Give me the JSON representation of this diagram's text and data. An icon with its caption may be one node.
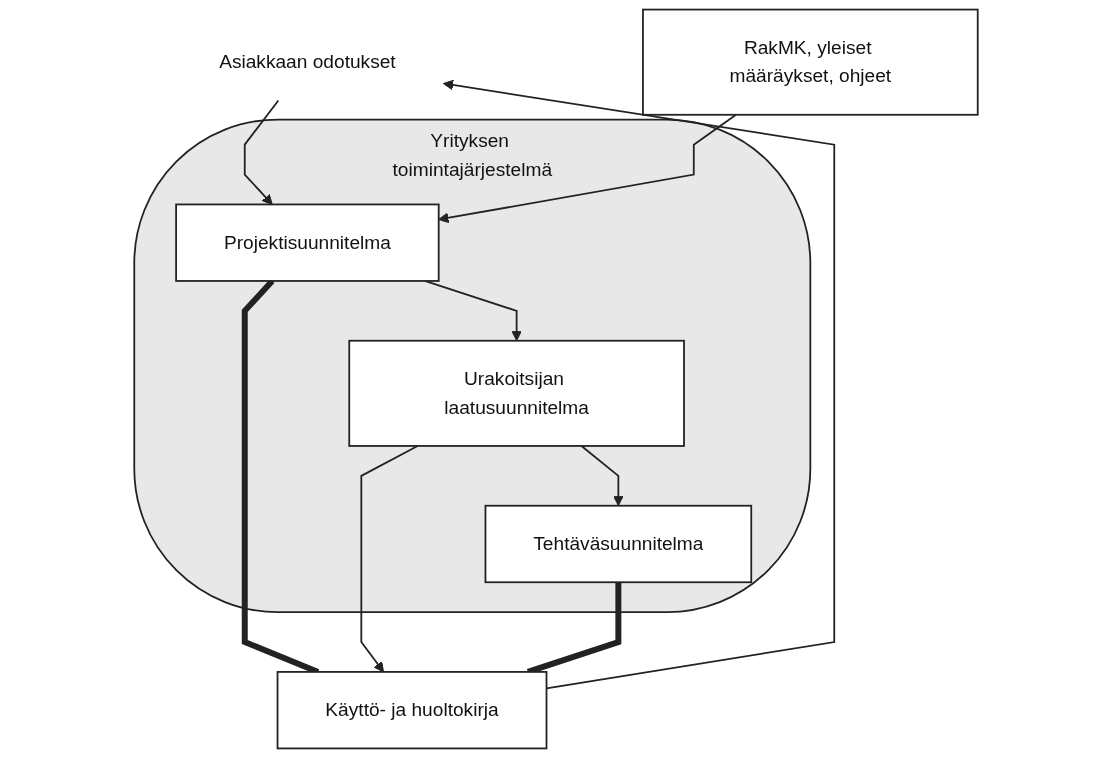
{
  "diagram": {
    "nodes": [
      {
        "text": [
          "Asiakkaan odotukset"
        ]
      },
      {
        "text": [
          "Yrityksen toimintajärjestelmä"
        ]
      },
      {
        "text": [
          "RakMK, yleiset määräykset, ohjeet"
        ]
      },
      {
        "text": [
          "Projektisuunnitelma"
        ],
        "in": 1
      },
      {
        "text": [
          "Urakoitsijan laatusuunnitelma"
        ],
        "in": 1
      },
      {
        "text": [
          "Tehtäväsuunnitelma"
        ],
        "in": 1
      },
      {
        "text": [
          "Käyttö- ja huoltokirja"
        ]
      }
    ],
    "edges": [
      {
        "from": 0,
        "to": 3,
        "arrow": "to"
      },
      {
        "from": 2,
        "to": 3,
        "arrow": "to"
      },
      {
        "from": 3,
        "to": 4,
        "arrow": "to"
      },
      {
        "from": 4,
        "to": 5,
        "arrow": "to"
      },
      {
        "from": 3,
        "to": 6,
        "arrow": "none",
        "style": "thick"
      },
      {
        "from": 4,
        "to": 6,
        "arrow": "to"
      },
      {
        "from": 5,
        "to": 6,
        "arrow": "none",
        "style": "thick"
      },
      {
        "from": 6,
        "to": 0,
        "arrow": "to"
      }
    ]
  }
}
